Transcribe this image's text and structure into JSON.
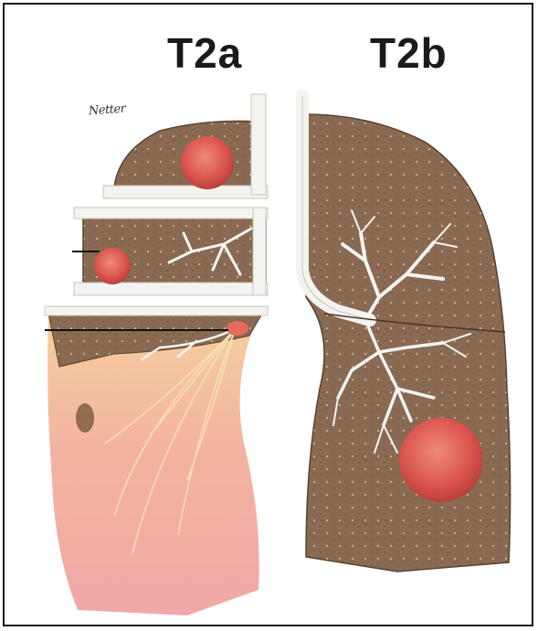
{
  "labels": {
    "left": "T2a",
    "right": "T2b"
  },
  "signature": "Netter",
  "colors": {
    "lung_tissue": "#8a6a52",
    "tumor": "#d9605a",
    "airway": "#f2f2f0",
    "atelectasis": "#f1b5a3",
    "border": "#1a1a1a"
  }
}
